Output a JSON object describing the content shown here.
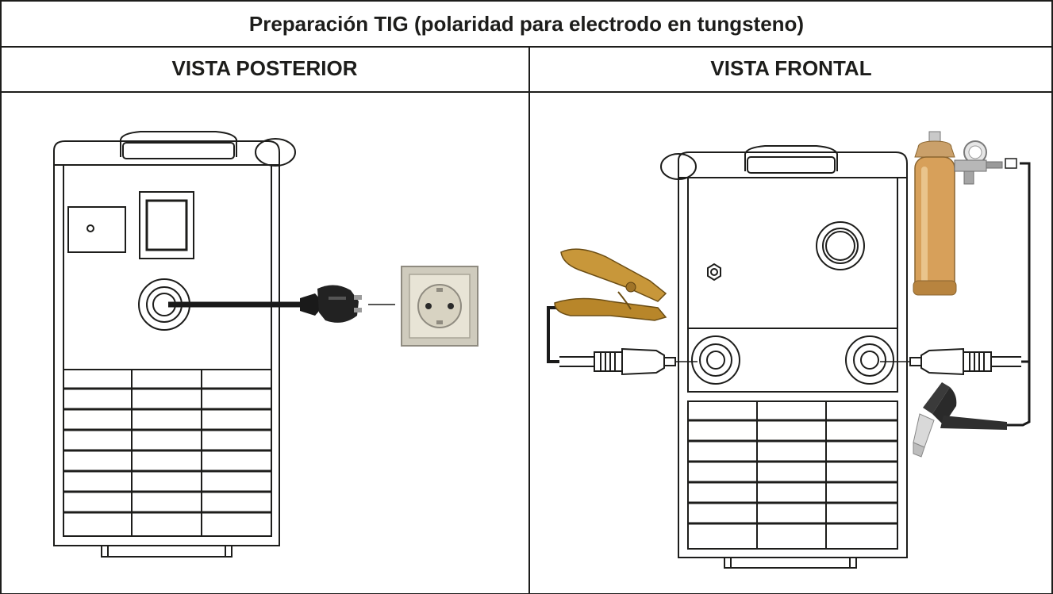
{
  "page": {
    "title": "Preparación TIG (polaridad para electrodo en tungsteno)",
    "rear_view_label": "VISTA POSTERIOR",
    "front_view_label": "VISTA FRONTAL"
  },
  "colors": {
    "line": "#1d1d1b",
    "cylinder": "#d7a05a",
    "clamp": "#b8862a",
    "socket_plate": "#cfcbbd",
    "plug": "#1a1a1a"
  },
  "icons": {
    "rear": [
      "welder-rear-icon",
      "power-switch-icon",
      "power-plug-icon",
      "wall-socket-icon"
    ],
    "front": [
      "welder-front-icon",
      "ground-clamp-icon",
      "gas-cylinder-icon",
      "gas-regulator-icon",
      "tig-torch-icon"
    ]
  }
}
